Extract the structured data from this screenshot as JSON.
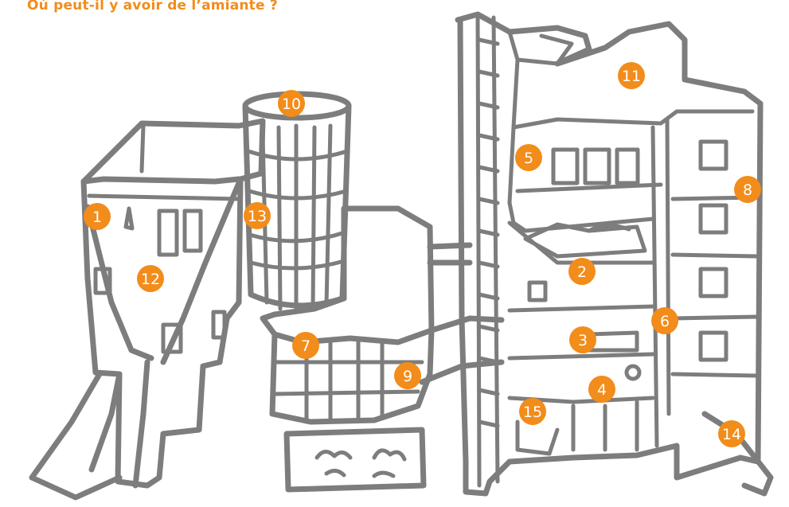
{
  "title": "Où peut-il y avoir de l’amiante ?",
  "colors": {
    "accent": "#f28c1a",
    "line": "#7d7d7d",
    "marker_text": "#ffffff",
    "background": "#ffffff"
  },
  "markers": [
    "1",
    "2",
    "3",
    "4",
    "5",
    "6",
    "7",
    "8",
    "9",
    "10",
    "11",
    "12",
    "13",
    "14",
    "15"
  ]
}
